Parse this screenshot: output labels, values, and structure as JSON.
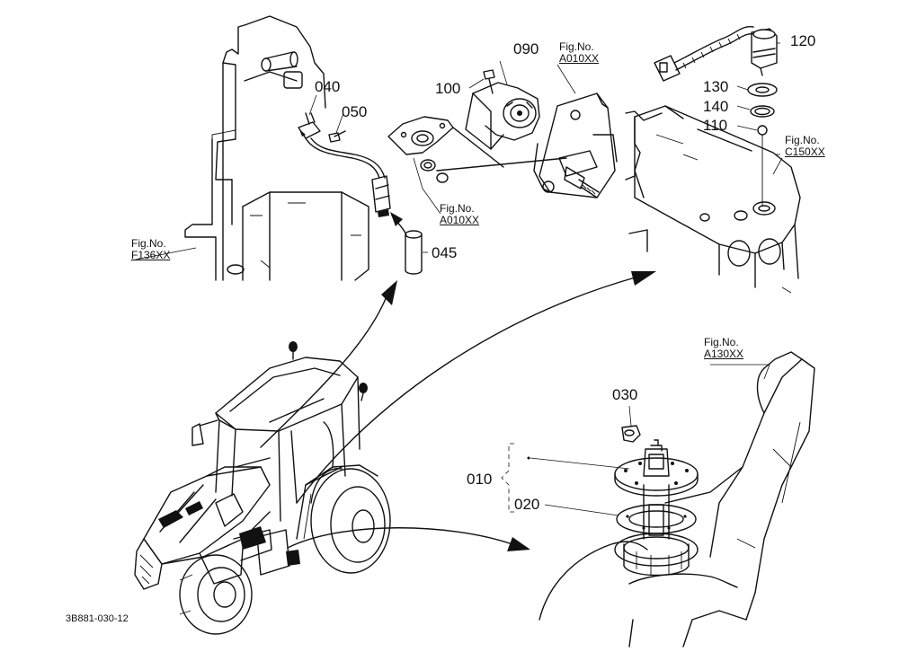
{
  "diagram": {
    "part_numbers": {
      "p010": "010",
      "p020": "020",
      "p030": "030",
      "p040": "040",
      "p045": "045",
      "p050": "050",
      "p090": "090",
      "p100": "100",
      "p110": "110",
      "p120": "120",
      "p130": "130",
      "p140": "140"
    },
    "figure_refs": {
      "f136": {
        "label": "Fig.No.",
        "ref": "F136XX"
      },
      "a010_top": {
        "label": "Fig.No.",
        "ref": "A010XX"
      },
      "a010_mid": {
        "label": "Fig.No.",
        "ref": "A010XX"
      },
      "c150": {
        "label": "Fig.No.",
        "ref": "C150XX"
      },
      "a130": {
        "label": "Fig.No.",
        "ref": "A130XX"
      }
    },
    "drawing_code": "3B881-030-12"
  }
}
